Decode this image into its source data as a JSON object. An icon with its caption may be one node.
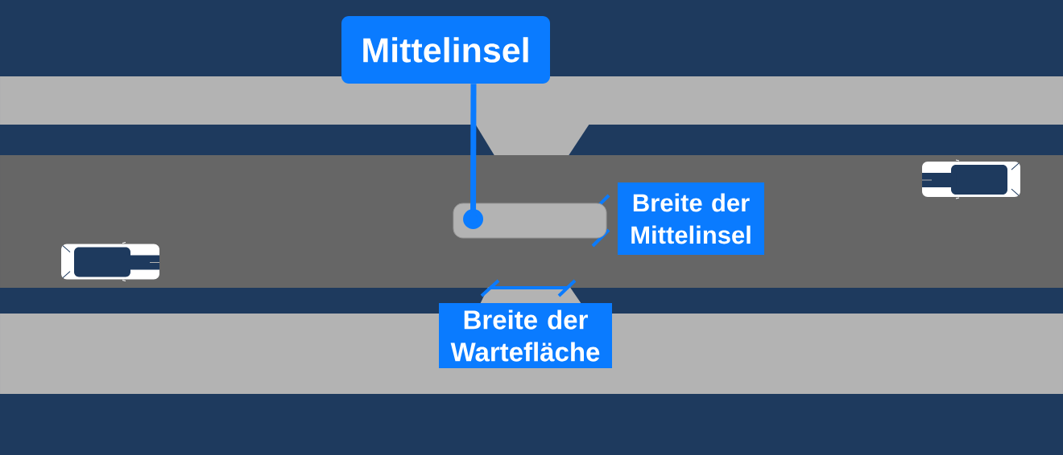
{
  "diagram": {
    "nodes": [
      {
        "text": [
          "Mittelinsel"
        ]
      },
      {
        "text": [],
        "shape": "bar"
      },
      {
        "text": [
          "Breite der Mittelinsel"
        ]
      },
      {
        "text": [
          "Breite der Wartefläche"
        ]
      }
    ],
    "edges": [
      {
        "from": 0,
        "to": 1,
        "arrow": "other"
      }
    ]
  }
}
